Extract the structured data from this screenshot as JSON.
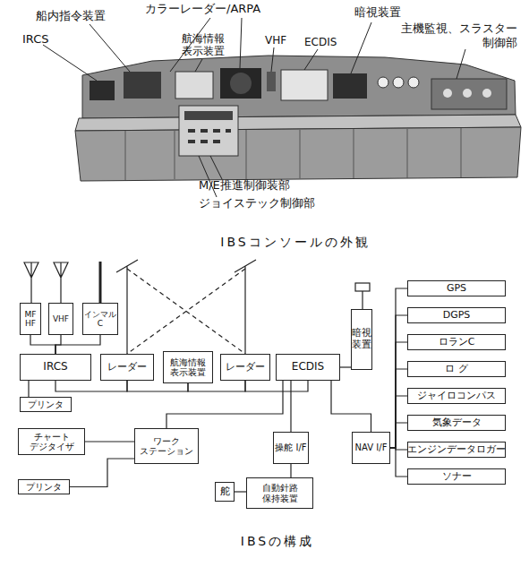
{
  "diagram": {
    "caption": "IBSの構成",
    "nodes": [
      {
        "text": [
          "MF HF"
        ]
      },
      {
        "text": [
          "VHF"
        ]
      },
      {
        "text": [
          "インマル C"
        ]
      },
      {
        "text": [
          "IRCS"
        ]
      },
      {
        "text": [
          "レーダー"
        ]
      },
      {
        "text": [
          "航海情報 表示装置"
        ]
      },
      {
        "text": [
          "レーダー"
        ]
      },
      {
        "text": [
          "ECDIS"
        ]
      },
      {
        "text": [
          "暗視装置"
        ]
      },
      {
        "text": [
          "GPS"
        ]
      },
      {
        "text": [
          "DGPS"
        ]
      },
      {
        "text": [
          "ロランC"
        ]
      },
      {
        "text": [
          "ロ グ"
        ]
      },
      {
        "text": [
          "ジャイロコンパス"
        ]
      },
      {
        "text": [
          "気象データ"
        ]
      },
      {
        "text": [
          "エンジンデータロガー"
        ]
      },
      {
        "text": [
          "ソナー"
        ]
      },
      {
        "text": [
          "プリンタ"
        ]
      },
      {
        "text": [
          "チャート デジタイザ"
        ]
      },
      {
        "text": [
          "ワーク ステーション"
        ]
      },
      {
        "text": [
          "プリンタ"
        ]
      },
      {
        "text": [
          "操舵 I/F"
        ]
      },
      {
        "text": [
          "NAV I/F"
        ]
      },
      {
        "text": [
          "舵"
        ]
      },
      {
        "text": [
          "自動針路 保持装置"
        ]
      }
    ],
    "edges": [
      {
        "from": 0,
        "to": 3,
        "arrow": "none"
      },
      {
        "from": 1,
        "to": 3,
        "arrow": "none"
      },
      {
        "from": 2,
        "to": 3,
        "arrow": "none"
      },
      {
        "from": 3,
        "to": 17,
        "arrow": "none"
      },
      {
        "from": 3,
        "to": 4,
        "arrow": "none"
      },
      {
        "from": 4,
        "to": 5,
        "arrow": "none"
      },
      {
        "from": 5,
        "to": 6,
        "arrow": "none"
      },
      {
        "from": 6,
        "to": 7,
        "arrow": "none"
      },
      {
        "from": 7,
        "to": 8,
        "arrow": "none"
      },
      {
        "from": 7,
        "to": 19,
        "arrow": "none"
      },
      {
        "from": 7,
        "to": 21,
        "arrow": "none"
      },
      {
        "from": 7,
        "to": 22,
        "arrow": "none"
      },
      {
        "from": 9,
        "to": 22,
        "arrow": "none"
      },
      {
        "from": 10,
        "to": 22,
        "arrow": "none"
      },
      {
        "from": 11,
        "to": 22,
        "arrow": "none"
      },
      {
        "from": 12,
        "to": 22,
        "arrow": "none"
      },
      {
        "from": 13,
        "to": 22,
        "arrow": "none"
      },
      {
        "from": 14,
        "to": 22,
        "arrow": "none"
      },
      {
        "from": 15,
        "to": 22,
        "arrow": "none"
      },
      {
        "from": 16,
        "to": 22,
        "arrow": "none"
      },
      {
        "from": 19,
        "to": 18,
        "arrow": "none"
      },
      {
        "from": 19,
        "to": 20,
        "arrow": "none"
      },
      {
        "from": 21,
        "to": 24,
        "arrow": "none"
      },
      {
        "from": 23,
        "to": 24,
        "arrow": "none"
      }
    ],
    "labels": [
      "IRCS",
      "船内指令装置",
      "カラーレーダー/ARPA",
      "航海情報 表示装置",
      "VHF",
      "ECDIS",
      "暗視装置",
      "主機監視、スラスター 制御部",
      "M/E推進制御装部",
      "ジョイステック制御部",
      "IBSコンソールの外観"
    ]
  }
}
